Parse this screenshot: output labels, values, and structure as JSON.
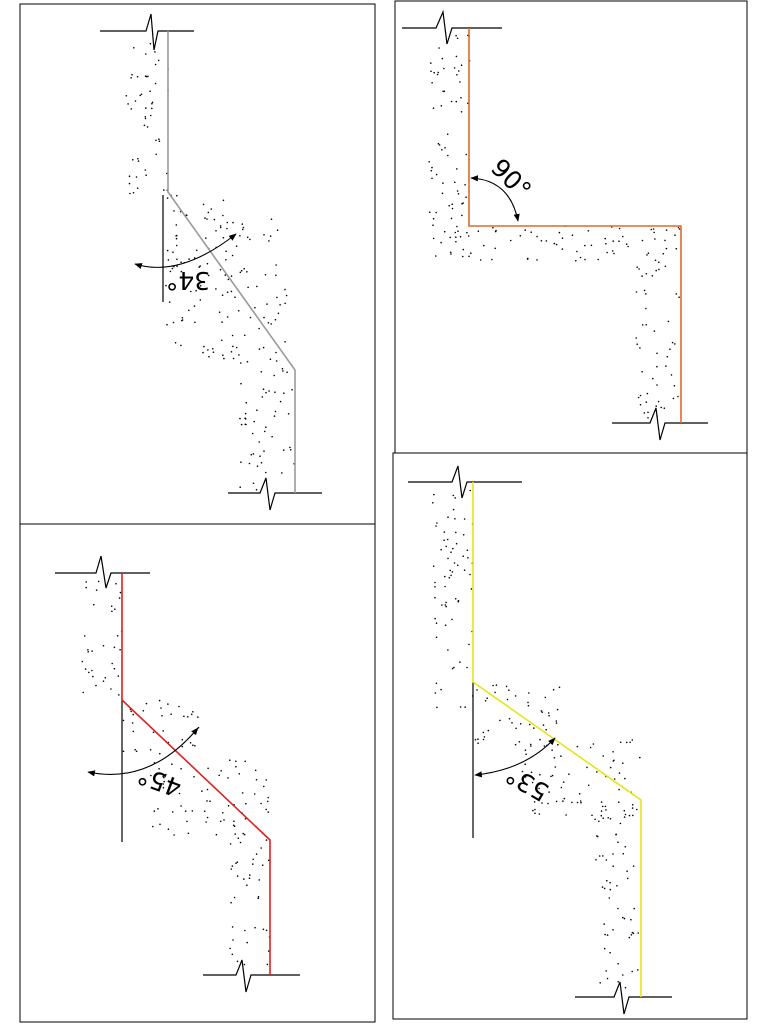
{
  "panels": [
    {
      "id": "top-left",
      "angle_label": "34°",
      "line_color": "#9b9b9b"
    },
    {
      "id": "top-right",
      "angle_label": "90°",
      "line_color": "#e06a2c"
    },
    {
      "id": "bottom-left",
      "angle_label": "45°",
      "line_color": "#e01f1f"
    },
    {
      "id": "bottom-right",
      "angle_label": "53°",
      "line_color": "#e8e21a"
    }
  ]
}
